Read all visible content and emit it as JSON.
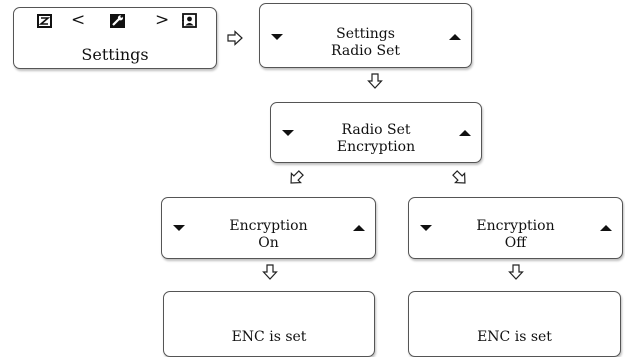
{
  "top_screen": {
    "title": "Settings",
    "icons": [
      "z-icon",
      "chevron-left-icon",
      "wrench-icon",
      "chevron-right-icon",
      "contact-icon"
    ],
    "left_glyph": "<",
    "right_glyph": ">"
  },
  "screen_settings": {
    "line1": "Settings",
    "line2": "Radio Set"
  },
  "screen_radio_set": {
    "line1": "Radio Set",
    "line2": "Encryption"
  },
  "screen_enc_on": {
    "line1": "Encryption",
    "line2": "On"
  },
  "screen_enc_off": {
    "line1": "Encryption",
    "line2": "Off"
  },
  "screen_set_left": {
    "text": "ENC is set"
  },
  "screen_set_right": {
    "text": "ENC is set"
  },
  "colors": {
    "border": "#555555",
    "text": "#111111"
  }
}
